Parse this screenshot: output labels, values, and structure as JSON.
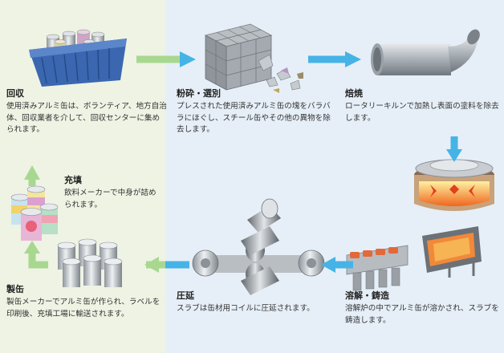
{
  "steps": {
    "collect": {
      "title": "回収",
      "desc": "使用済みアルミ缶は、ボランティア、地方自治体、回収業者を介して、回収センターに集められます。"
    },
    "crush": {
      "title": "粉砕・選別",
      "desc": "プレスされた使用済みアルミ缶の塊をバラバラにほぐし、スチール缶やその他の異物を除去します。"
    },
    "roast": {
      "title": "焙焼",
      "desc": "ロータリーキルンで加熱し表面の塗料を除去します。"
    },
    "fill": {
      "title": "充填",
      "desc": "飲料メーカーで中身が詰められます。"
    },
    "make": {
      "title": "製缶",
      "desc": "製缶メーカーでアルミ缶が作られ、ラベルを印刷後、充填工場に輸送されます。"
    },
    "roll": {
      "title": "圧延",
      "desc": "スラブは缶材用コイルに圧延されます。"
    },
    "melt": {
      "title": "溶解・鋳造",
      "desc": "溶解炉の中でアルミ缶が溶かされ、スラブを鋳造します。"
    }
  },
  "colors": {
    "arrow_blue": "#46b3e6",
    "arrow_green": "#a8d890",
    "panel_left": "#eef3e4",
    "panel_right": "#e6eff7"
  },
  "icons": [
    "can-basket-icon",
    "crushed-block-icon",
    "rotary-kiln-icon",
    "melting-furnace-icon",
    "ingot-mold-icon",
    "rolling-mill-icon",
    "can-stack-icon",
    "printed-cans-icon"
  ]
}
